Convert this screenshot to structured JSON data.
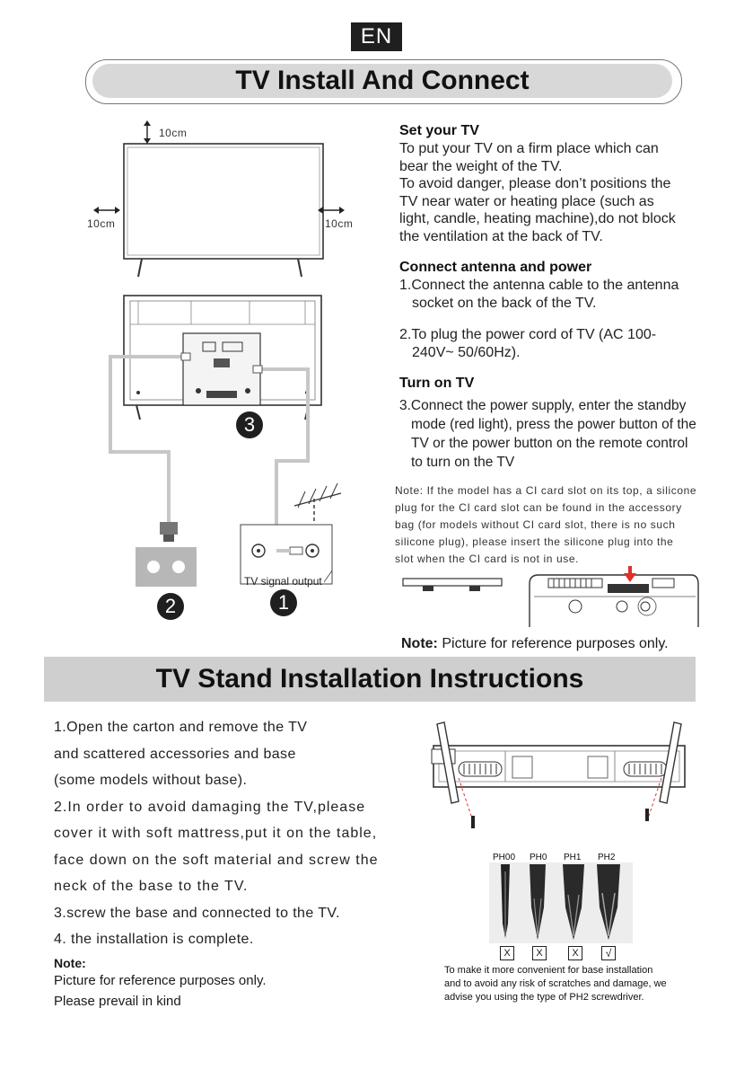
{
  "header": {
    "lang": "EN",
    "title": "TV Install And Connect"
  },
  "tv_front": {
    "top_gap": "10cm",
    "left_gap": "10cm",
    "right_gap": "10cm"
  },
  "set_tv": {
    "heading": "Set your TV",
    "lines": [
      "To put your TV on a firm place which can",
      "bear the weight of the TV.",
      "To avoid danger, please don’t  positions the",
      "TV near water or heating place (such as",
      "light, candle, heating machine),do not block",
      "the ventilation at the back of TV."
    ]
  },
  "connect": {
    "heading": "Connect antenna and power",
    "step1": [
      "1.Connect the antenna cable to the antenna",
      "socket on the back of the TV."
    ],
    "step2": [
      "2.To plug the power cord of TV (AC 100-",
      "240V~ 50/60Hz)."
    ]
  },
  "turn_on": {
    "heading": "Turn on TV",
    "lines": [
      "3.Connect the power supply, enter the standby",
      "mode (red light), press the power button of the",
      "TV or the power button on the remote control",
      "to turn on the TV"
    ]
  },
  "ci_note": {
    "lines": [
      "Note: If the model has a CI card slot on its top, a silicone",
      "plug for the CI card slot can be found in the accessory",
      "bag (for models without CI card slot, there is no such",
      "silicone plug), please insert the silicone plug into the",
      "slot when the CI card is not in use."
    ]
  },
  "diagram": {
    "signal_label": "TV signal output",
    "badge1": "1",
    "badge2": "2",
    "badge3": "3"
  },
  "ref_note": {
    "label": "Note:",
    "text": "Picture for reference purposes only."
  },
  "stand": {
    "title": "TV Stand Installation Instructions",
    "lines": [
      "1.Open the carton and remove the TV",
      "and scattered accessories and base",
      "(some models without base).",
      "2.In order to avoid damaging the TV,please",
      "cover it with soft mattress,put it on the table,",
      "face down on the soft material and screw the",
      "neck of the base to the TV.",
      "3.screw the base and connected to the TV.",
      "4. the installation is complete."
    ],
    "note_label": "Note:",
    "note_lines": [
      "Picture for reference purposes only.",
      "Please prevail in kind"
    ]
  },
  "screwdrivers": {
    "labels": [
      "PH00",
      "PH0",
      "PH1",
      "PH2"
    ],
    "marks": [
      "X",
      "X",
      "X",
      "√"
    ],
    "advice": [
      "To make it more convenient for base installation",
      "and to avoid any risk of scratches and damage, we",
      "advise you using the type of PH2 screwdriver."
    ]
  },
  "colors": {
    "badge_bg": "#1f1f1f",
    "title_bg": "#d8d8d8",
    "band_bg": "#cfcfcf",
    "cable": "#c7c7c7",
    "arrow_red": "#e0302a"
  }
}
